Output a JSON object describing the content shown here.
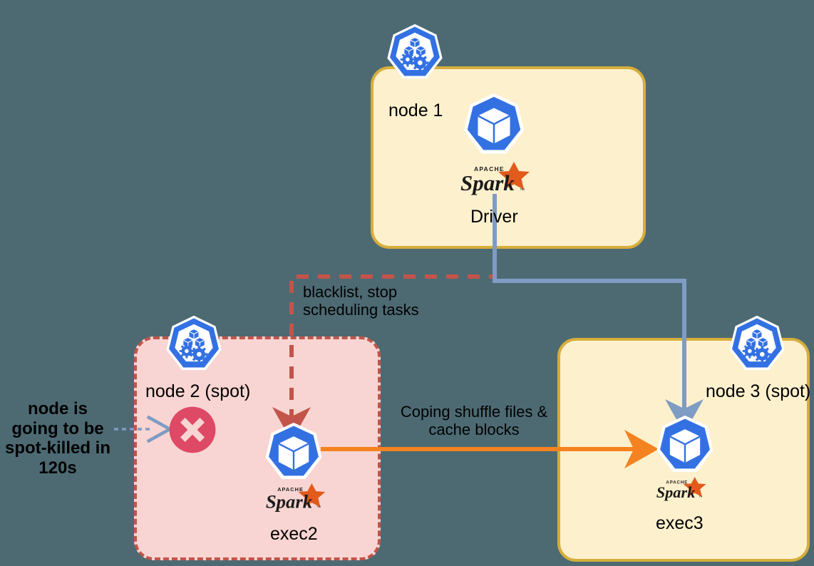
{
  "diagram": {
    "title": "Spark on Kubernetes spot node decommissioning",
    "background_color": "#4d6a73"
  },
  "nodes": [
    {
      "id": "node1",
      "label": "node 1",
      "kind": "normal",
      "fill": "#fdf0cd",
      "stroke": "#d6ae3c",
      "pod": {
        "label": "Driver",
        "icon": "pod-cube-icon",
        "logo": "apache-spark-logo"
      },
      "k8s_icon": "kubernetes-node-icon"
    },
    {
      "id": "node2",
      "label": "node 2 (spot)",
      "kind": "spot-terminating",
      "fill": "#f8d5d2",
      "stroke": "#c2544a",
      "status_icon": "error-x-circle-icon",
      "status_color": "#de4966",
      "pod": {
        "label": "exec2",
        "icon": "pod-cube-icon",
        "logo": "apache-spark-logo"
      },
      "k8s_icon": "kubernetes-node-icon"
    },
    {
      "id": "node3",
      "label": "node 3 (spot)",
      "kind": "normal",
      "fill": "#fdf0cd",
      "stroke": "#d6ae3c",
      "pod": {
        "label": "exec3",
        "icon": "pod-cube-icon",
        "logo": "apache-spark-logo"
      },
      "k8s_icon": "kubernetes-node-icon"
    }
  ],
  "annotations": {
    "spot_kill_notice": "node is going to be spot-killed in 120s",
    "blacklist": "blacklist, stop\nscheduling tasks",
    "blacklist_line1": "blacklist, stop",
    "blacklist_line2": "scheduling tasks",
    "copy_line1": "Coping shuffle files &",
    "copy_line2": "cache blocks"
  },
  "edges": [
    {
      "id": "driver-to-exec2",
      "from": "Driver",
      "to": "exec2",
      "label": "blacklist, stop scheduling tasks",
      "style": "dashed",
      "color": "#c2544a"
    },
    {
      "id": "driver-to-exec3",
      "from": "Driver",
      "to": "exec3",
      "label": "",
      "style": "solid",
      "color": "#7e9cc4"
    },
    {
      "id": "exec2-to-exec3",
      "from": "exec2",
      "to": "exec3",
      "label": "Coping shuffle files & cache blocks",
      "style": "solid",
      "color": "#f58220"
    },
    {
      "id": "spot-notice-to-node2",
      "from": "node is going to be spot-killed in 120s",
      "to": "node 2 (spot)",
      "style": "dashed",
      "color": "#7e9cc4"
    }
  ],
  "colors": {
    "k8s_blue": "#3371e3",
    "spark_orange": "#e25a1c",
    "spark_dark": "#1b1b1b",
    "arrow_blue": "#7e9cc4",
    "arrow_orange": "#f58220",
    "arrow_red": "#c2544a",
    "error_red": "#de4966",
    "box_yellow_fill": "#fdf0cd",
    "box_yellow_stroke": "#d6ae3c",
    "box_pink_fill": "#f8d5d2",
    "box_pink_stroke": "#c2544a"
  }
}
